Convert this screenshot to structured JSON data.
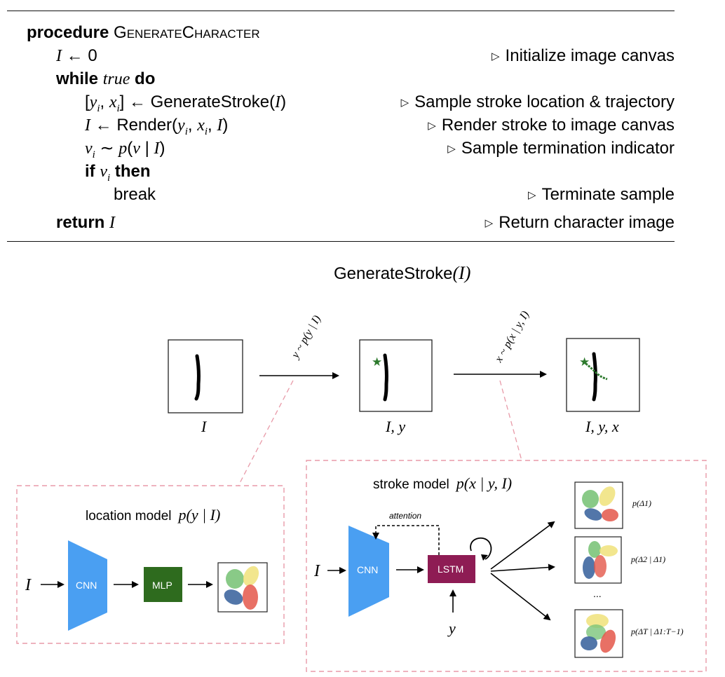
{
  "algorithm": {
    "procedure_kw": "procedure",
    "procedure_name": [
      "G",
      "ENERATE",
      "C",
      "HARACTER"
    ],
    "lines": [
      {
        "code": "I ← 0",
        "comment": "Initialize image canvas"
      },
      {
        "kw": "while",
        "code": "true",
        "kw2": "do"
      },
      {
        "code": "[y_i, x_i] ← GenerateStroke(I)",
        "comment": "Sample stroke location & trajectory"
      },
      {
        "code": "I ← Render(y_i, x_i, I)",
        "comment": "Render stroke to image canvas"
      },
      {
        "code": "v_i ∼ p(v | I)",
        "comment": "Sample termination indicator"
      },
      {
        "kw": "if",
        "code": "v_i",
        "kw2": "then"
      },
      {
        "code": "break",
        "comment": "Terminate sample"
      },
      {
        "kw": "return",
        "code": "I",
        "comment": "Return character image"
      }
    ]
  },
  "figure": {
    "title": "GenerateStroke(I)",
    "title_text": "GenerateStroke",
    "title_arg": "I",
    "panels": [
      {
        "label": "I"
      },
      {
        "label": "I, y"
      },
      {
        "label": "I, y, x"
      }
    ],
    "arrow1_label": "y ~ p(y | I)",
    "arrow2_label": "x ~ p(x | y, I)",
    "location_model": {
      "title": "location model",
      "formula": "p(y | I)",
      "input": "I",
      "cnn": "CNN",
      "mlp": "MLP"
    },
    "stroke_model": {
      "title": "stroke model",
      "formula": "p(x | y, I)",
      "input": "I",
      "cnn": "CNN",
      "lstm": "LSTM",
      "attention": "attention",
      "y_input": "y",
      "outputs": [
        "p(Δ1)",
        "p(Δ2 | Δ1)",
        "p(ΔT | Δ1:T−1)"
      ],
      "ellipsis": "..."
    },
    "colors": {
      "cnn": "#4a9ff2",
      "mlp": "#2e6b1e",
      "lstm": "#8e1c54",
      "dashed_box": "#e89aa8",
      "star": "#2d7a2d",
      "ellipse_green": "#7cc47a",
      "ellipse_yellow": "#f0e27a",
      "ellipse_blue": "#3f67a0",
      "ellipse_red": "#e4574a"
    }
  }
}
